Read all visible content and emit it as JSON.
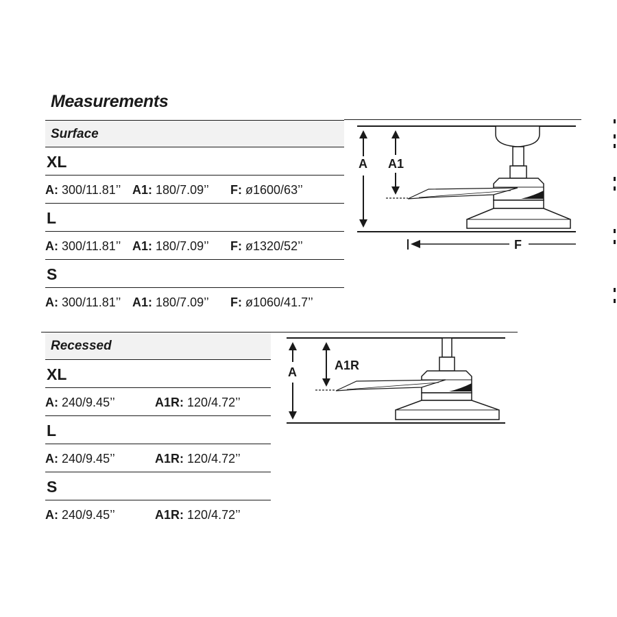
{
  "title": "Measurements",
  "surface": {
    "heading": "Surface",
    "rows": [
      {
        "size": "XL",
        "a_label": "A:",
        "a_value": "300/11.81’’",
        "a1_label": "A1:",
        "a1_value": "180/7.09’’",
        "f_label": "F:",
        "f_value": "ø1600/63’’"
      },
      {
        "size": "L",
        "a_label": "A:",
        "a_value": "300/11.81’’",
        "a1_label": "A1:",
        "a1_value": "180/7.09’’",
        "f_label": "F:",
        "f_value": "ø1320/52’’"
      },
      {
        "size": "S",
        "a_label": "A:",
        "a_value": "300/11.81’’",
        "a1_label": "A1:",
        "a1_value": "180/7.09’’",
        "f_label": "F:",
        "f_value": "ø1060/41.7’’"
      }
    ],
    "diagram": {
      "label_a": "A",
      "label_a1": "A1",
      "label_f": "F"
    }
  },
  "recessed": {
    "heading": "Recessed",
    "rows": [
      {
        "size": "XL",
        "a_label": "A:",
        "a_value": "240/9.45’’",
        "a1r_label": "A1R:",
        "a1r_value": "120/4.72’’"
      },
      {
        "size": "L",
        "a_label": "A:",
        "a_value": "240/9.45’’",
        "a1r_label": "A1R:",
        "a1r_value": "120/4.72’’"
      },
      {
        "size": "S",
        "a_label": "A:",
        "a_value": "240/9.45’’",
        "a1r_label": "A1R:",
        "a1r_value": "120/4.72’’"
      }
    ],
    "diagram": {
      "label_a": "A",
      "label_a1r": "A1R"
    }
  }
}
